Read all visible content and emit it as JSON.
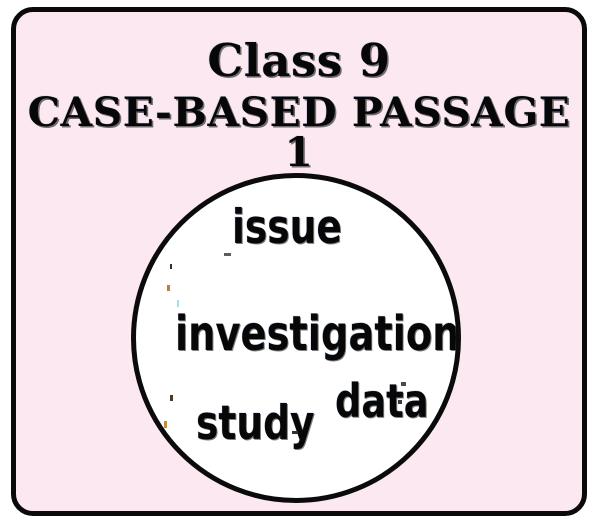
{
  "slide": {
    "background_color": "#ffffff",
    "card_background_color": "#fce8f1",
    "border_color": "#0a0a0a"
  },
  "header": {
    "line1": "Class 9",
    "line2": "CASE-BASED PASSAGE 1"
  },
  "wordcloud": {
    "shape": "circle",
    "fill_color": "#ffffff",
    "outline_color": "#0b0b0b",
    "text_color": "#070707",
    "words": [
      {
        "text": "issue",
        "size_rank": 2
      },
      {
        "text": "investigation",
        "size_rank": 1
      },
      {
        "text": "data",
        "size_rank": 3
      },
      {
        "text": "study",
        "size_rank": 2
      }
    ]
  }
}
